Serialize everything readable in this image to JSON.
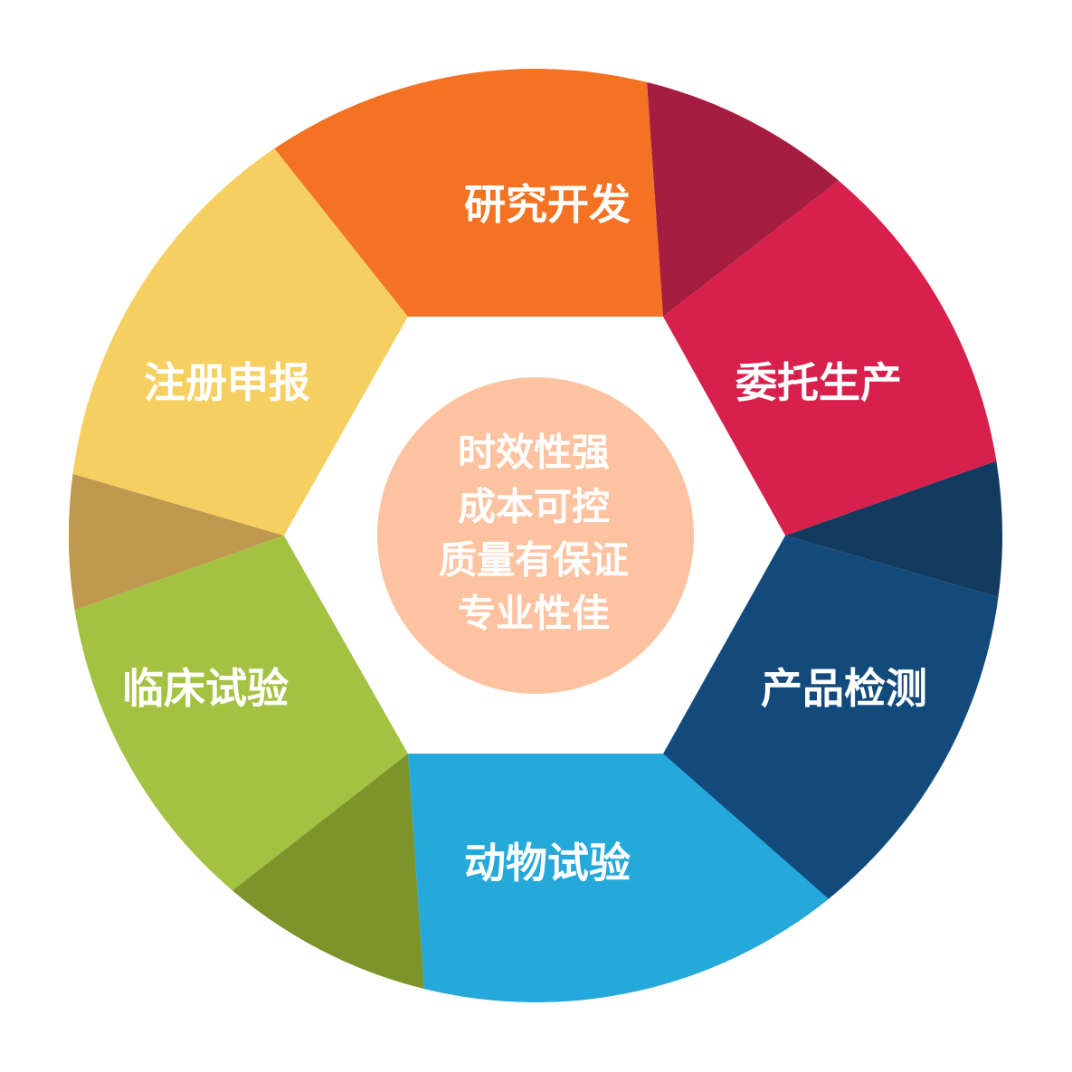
{
  "segments": [
    {
      "label": "研究开发",
      "color": "#F47323",
      "shade": "#A51D3F"
    },
    {
      "label": "委托生产",
      "color": "#D7204C",
      "shade": "#133B5F"
    },
    {
      "label": "产品检测",
      "color": "#124A7B",
      "shade": "#2D86A6"
    },
    {
      "label": "动物试验",
      "color": "#24A9DA",
      "shade": "#7C9429"
    },
    {
      "label": "临床试验",
      "color": "#A4C242",
      "shade": "#BF9A4E"
    },
    {
      "label": "注册申报",
      "color": "#F6CF61",
      "shade": "#BF7226"
    }
  ],
  "center": {
    "lines": [
      "时效性强",
      "成本可控",
      "质量有保证",
      "专业性佳"
    ],
    "color": "#FDC3A0"
  }
}
